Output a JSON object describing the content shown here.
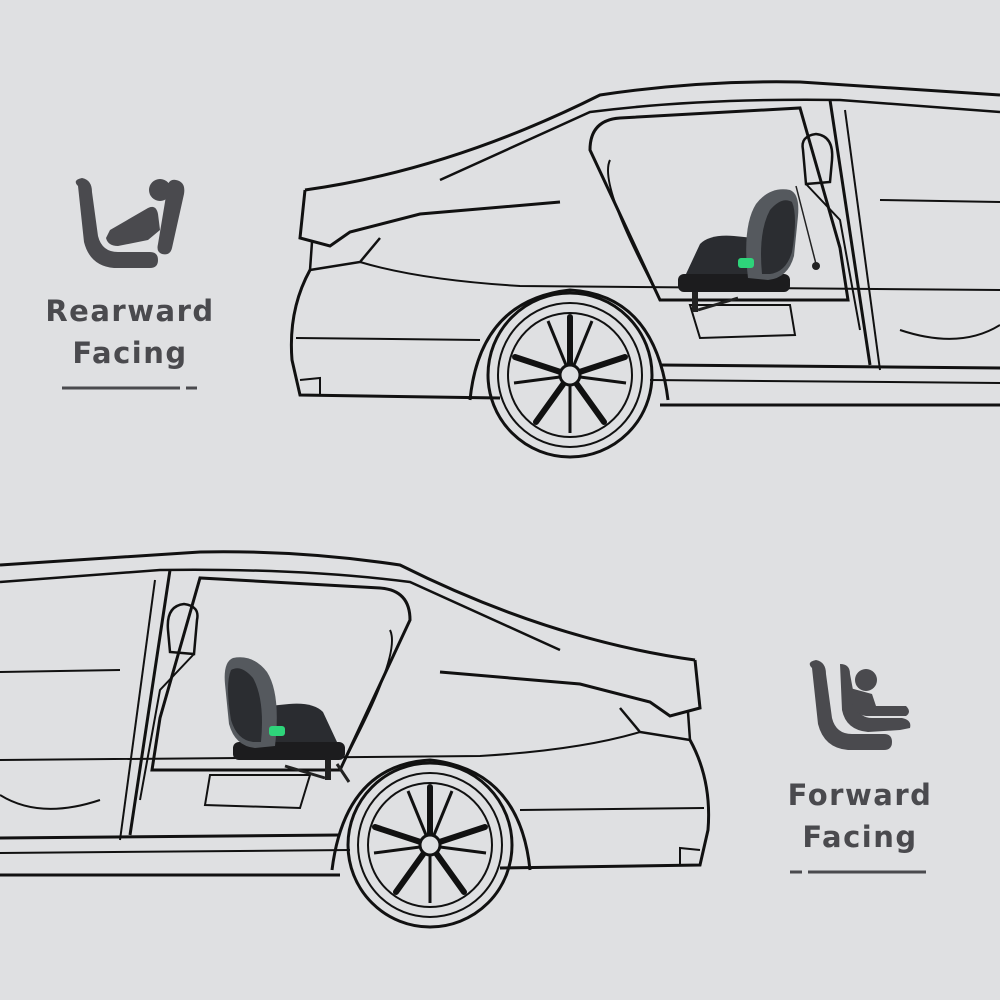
{
  "rear": {
    "line1": "Rearward",
    "line2": "Facing",
    "icon": "rearward-seat-icon"
  },
  "forward": {
    "line1": "Forward",
    "line2": "Facing",
    "icon": "forward-seat-icon"
  },
  "colors": {
    "background": "#dfe0e2",
    "ink": "#111111",
    "label": "#4a4a4e",
    "seat": "#55595e",
    "accent": "#2ed47a"
  }
}
